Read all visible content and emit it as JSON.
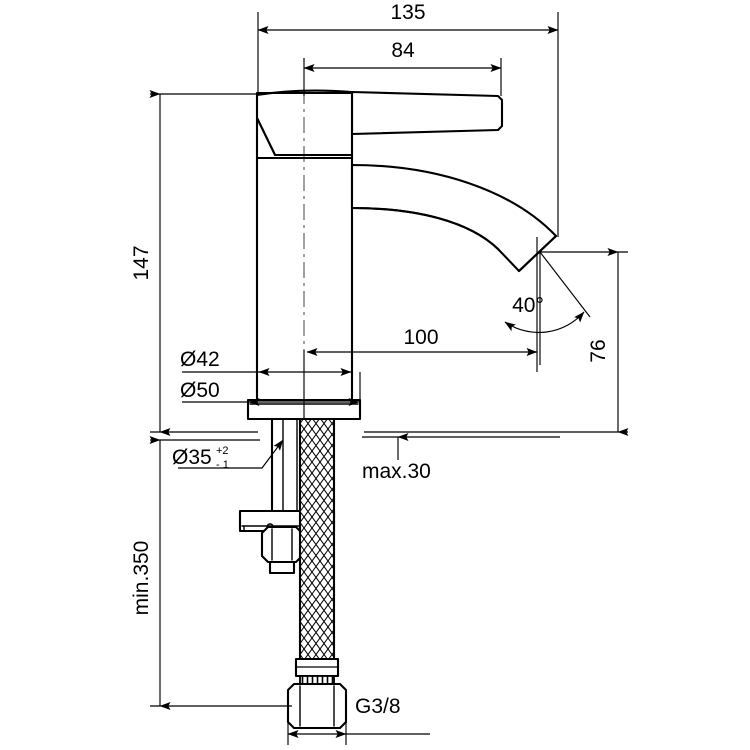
{
  "drawing": {
    "type": "technical-dimension-drawing",
    "subject": "single-lever basin mixer tap",
    "projection": "side elevation",
    "units": "mm",
    "line_color": "#000000",
    "background_color": "#ffffff"
  },
  "dimensions": {
    "overall_width": "135",
    "lever_width": "84",
    "body_height": "147",
    "spout_reach": "100",
    "spout_height": "76",
    "spout_angle": "40°",
    "flange_diameter_outer": "Ø50",
    "body_diameter": "Ø42",
    "hole_diameter": "Ø35",
    "hole_tol_plus": "+2",
    "hole_tol_minus": "- 1",
    "deck_thickness": "max.30",
    "hose_length": "min.350",
    "connection_thread": "G3/8"
  },
  "labels": [
    {
      "id": "dim-135",
      "text": "135"
    },
    {
      "id": "dim-84",
      "text": "84"
    },
    {
      "id": "dim-147",
      "text": "147"
    },
    {
      "id": "dim-100",
      "text": "100"
    },
    {
      "id": "dim-76",
      "text": "76"
    },
    {
      "id": "dim-40deg",
      "text": "40°"
    },
    {
      "id": "dim-d42",
      "text": "Ø42"
    },
    {
      "id": "dim-d50",
      "text": "Ø50"
    },
    {
      "id": "dim-d35",
      "text": "Ø35"
    },
    {
      "id": "dim-max30",
      "text": "max.30"
    },
    {
      "id": "dim-min350",
      "text": "min.350"
    },
    {
      "id": "dim-g38",
      "text": "G3/8"
    }
  ]
}
